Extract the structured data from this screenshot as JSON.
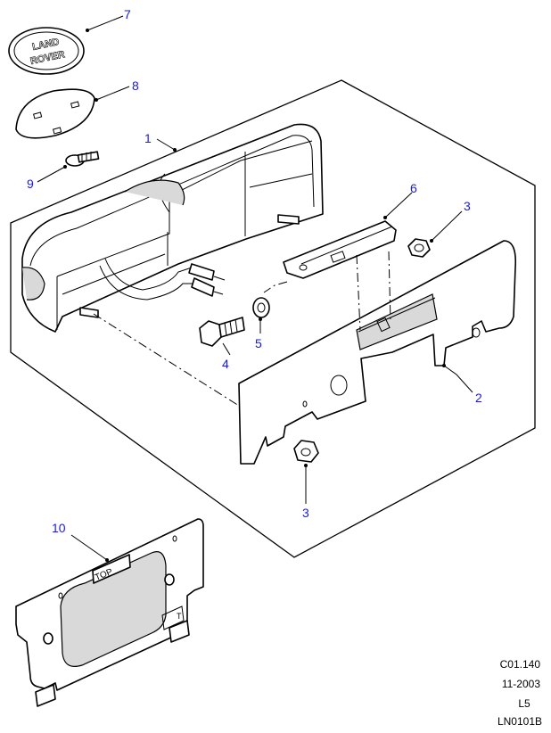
{
  "callouts": {
    "c1": "1",
    "c2": "2",
    "c3_top": "3",
    "c3_bottom": "3",
    "c4": "4",
    "c5": "5",
    "c6": "6",
    "c7": "7",
    "c8": "8",
    "c9": "9",
    "c10": "10"
  },
  "badge_text": {
    "line1": "LAND",
    "line2": "ROVER"
  },
  "plate_label": "TOP",
  "plate_mark": "T",
  "reference": {
    "code": "C01.140",
    "date": "11-2003",
    "level": "L5",
    "drawing": "LN0101B"
  }
}
